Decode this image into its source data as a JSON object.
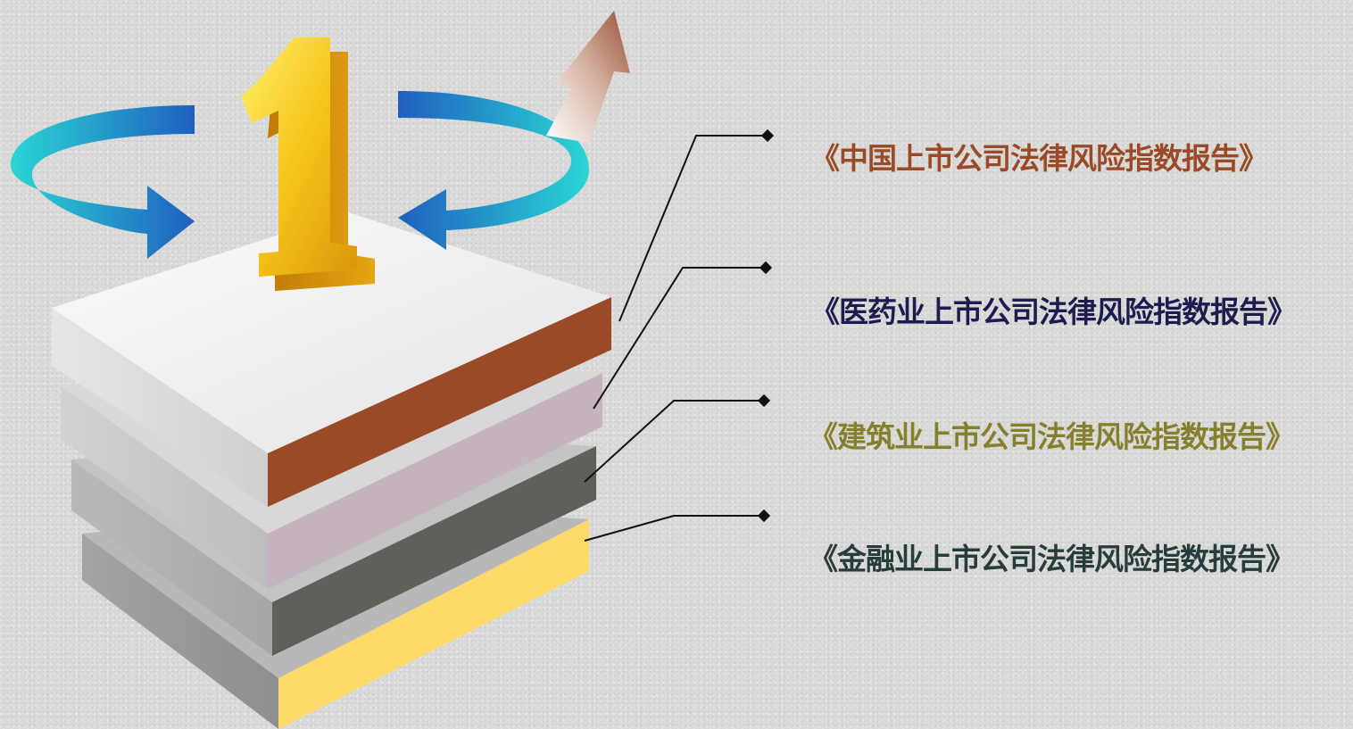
{
  "diagram": {
    "rank_number": "1",
    "layers": [
      {
        "label": "《中国上市公司法律风险指数报告》",
        "color": "#9a4a26",
        "text_color": "#9a4a26"
      },
      {
        "label": "《医药业上市公司法律风险指数报告》",
        "color": "#c5b3c0",
        "text_color": "#1c1c50"
      },
      {
        "label": "《建筑业上市公司法律风险指数报告》",
        "color": "#5e605a",
        "text_color": "#86802e"
      },
      {
        "label": "《金融业上市公司法律风险指数报告》",
        "color": "#fcd968",
        "text_color": "#273c3c"
      }
    ],
    "arrow_colors": {
      "ring_dark": "#2a70c8",
      "ring_light": "#2ad6d4",
      "up_arrow": "#9a5a40"
    }
  }
}
